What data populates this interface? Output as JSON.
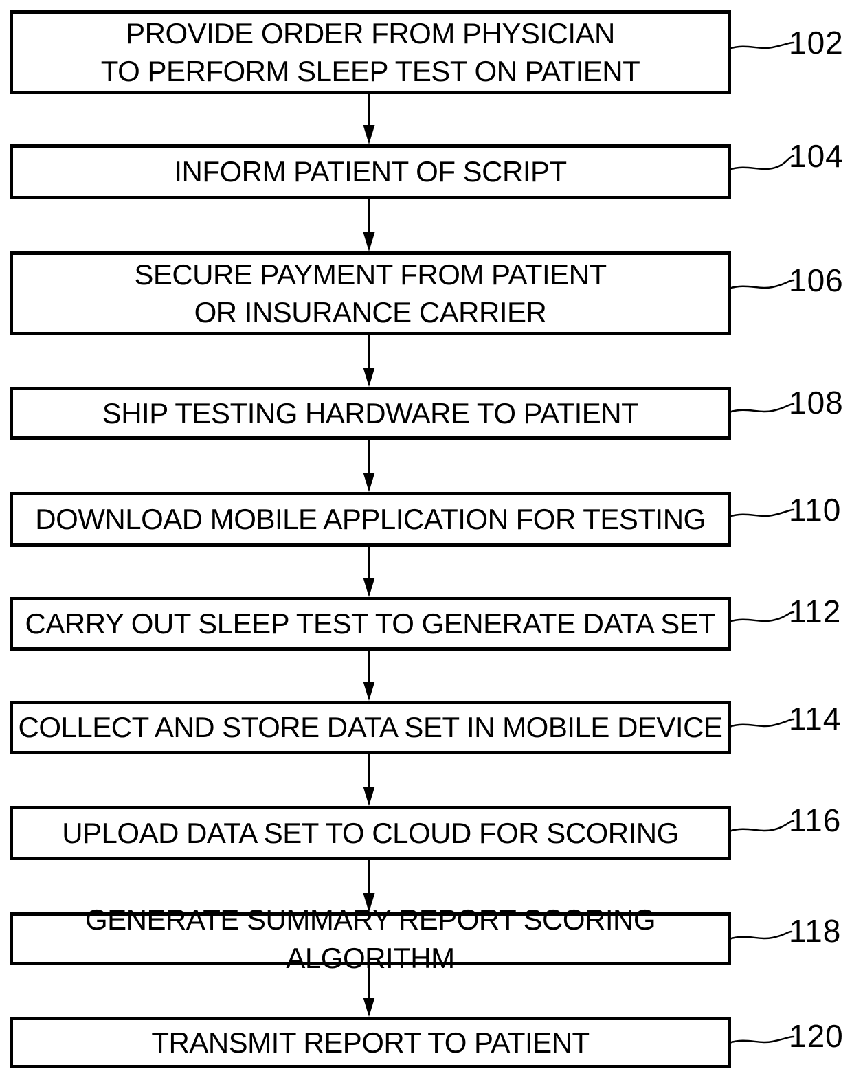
{
  "figure": {
    "type": "flowchart",
    "colors": {
      "ink": "#000000",
      "background": "#ffffff"
    },
    "steps": [
      {
        "ref": "102",
        "label": "PROVIDE ORDER FROM PHYSICIAN\nTO PERFORM SLEEP TEST ON PATIENT"
      },
      {
        "ref": "104",
        "label": "INFORM PATIENT OF SCRIPT"
      },
      {
        "ref": "106",
        "label": "SECURE PAYMENT FROM PATIENT\nOR INSURANCE CARRIER"
      },
      {
        "ref": "108",
        "label": "SHIP TESTING HARDWARE TO PATIENT"
      },
      {
        "ref": "110",
        "label": "DOWNLOAD MOBILE APPLICATION FOR TESTING"
      },
      {
        "ref": "112",
        "label": "CARRY OUT SLEEP TEST TO GENERATE DATA SET"
      },
      {
        "ref": "114",
        "label": "COLLECT AND STORE DATA SET IN MOBILE DEVICE"
      },
      {
        "ref": "116",
        "label": "UPLOAD DATA SET TO CLOUD FOR SCORING"
      },
      {
        "ref": "118",
        "label": "GENERATE SUMMARY REPORT SCORING ALGORITHM"
      },
      {
        "ref": "120",
        "label": "TRANSMIT REPORT TO PATIENT"
      }
    ]
  }
}
